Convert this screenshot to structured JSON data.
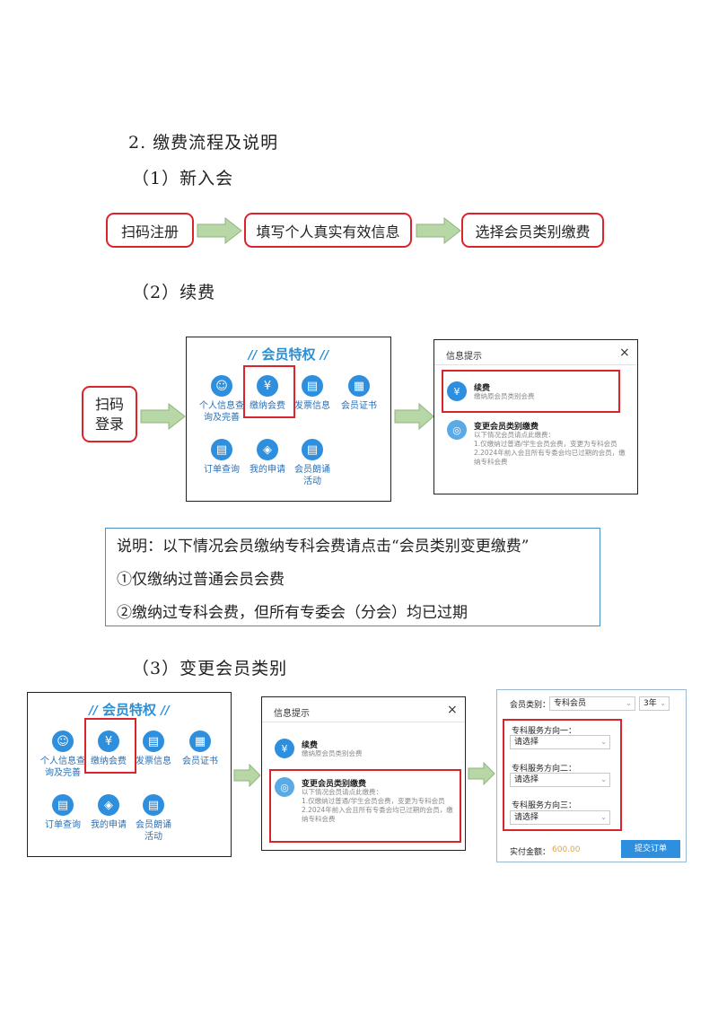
{
  "headings": {
    "main": "2. 缴费流程及说明",
    "new": "（1）新入会",
    "renew": "（2）续费",
    "change": "（3）变更会员类别"
  },
  "flow_new": [
    "扫码注册",
    "填写个人真实有效信息",
    "选择会员类别缴费"
  ],
  "flow_renew_start": [
    "扫码",
    "登录"
  ],
  "privileges": {
    "title": "会员特权",
    "items": [
      {
        "label": [
          "个人信息查",
          "询及完善"
        ],
        "icon": "user-icon"
      },
      {
        "label": [
          "缴纳会费"
        ],
        "icon": "yuan-icon"
      },
      {
        "label": [
          "发票信息"
        ],
        "icon": "invoice-icon"
      },
      {
        "label": [
          "会员证书"
        ],
        "icon": "certificate-icon"
      },
      {
        "label": [
          "订单查询"
        ],
        "icon": "order-search-icon"
      },
      {
        "label": [
          "我的申请"
        ],
        "icon": "application-icon"
      },
      {
        "label": [
          "会员朗诵",
          "活动"
        ],
        "icon": "recital-icon"
      }
    ]
  },
  "dialog": {
    "title": "信息提示",
    "close": "×",
    "opt1_title": "续费",
    "opt1_sub": "缴纳原会员类别会费",
    "opt2_title": "变更会员类别缴费",
    "opt2_sub": [
      "以下情况会员请点此缴费：",
      "1.仅缴纳过普通/学生会员会费，变更为专科会员",
      "2.2024年前入会且所有专委会均已过期的会员，缴",
      "纳专科会费"
    ]
  },
  "note": [
    "说明：以下情况会员缴纳专科会费请点击“会员类别变更缴费”",
    "①仅缴纳过普通会员会费",
    "②缴纳过专科会费，但所有专委会（分会）均已过期"
  ],
  "form": {
    "category_label": "会员类别：",
    "category_value": "专科会员",
    "years_value": "3年",
    "dir1_label": "专科服务方向一：",
    "dir2_label": "专科服务方向二：",
    "dir3_label": "专科服务方向三：",
    "select_placeholder": "请选择",
    "amount_label": "实付金额：",
    "amount_value": "600.00",
    "submit": "提交订单"
  },
  "colors": {
    "accent_red": "#d9242b",
    "blue": "#2d8fdd",
    "arrow_green": "#b7d8a6",
    "amount": "#e8a33c"
  }
}
